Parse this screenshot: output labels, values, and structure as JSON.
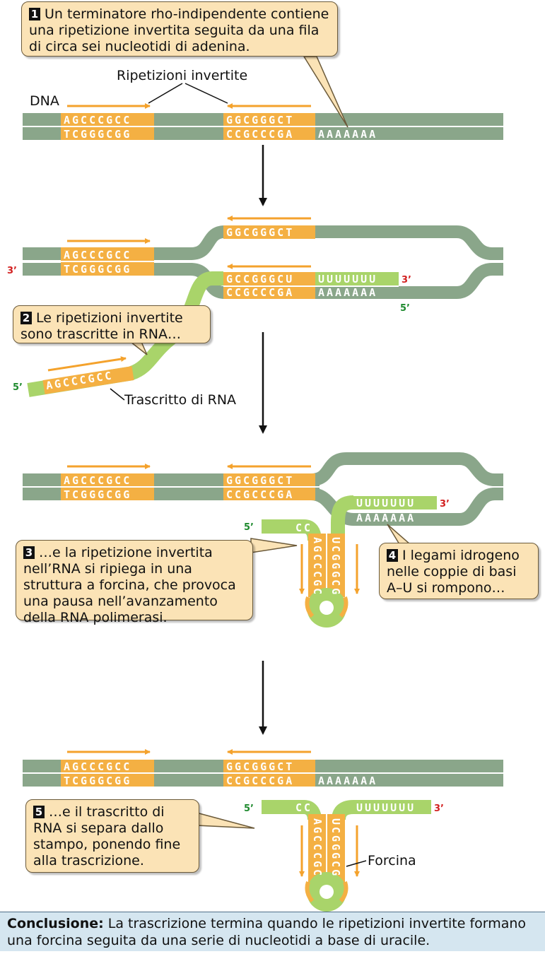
{
  "callouts": {
    "c1": {
      "num": "1",
      "text": "Un terminatore rho-indipendente contiene una ripetizione invertita seguita da una fila di circa sei nucleotidi di adenina."
    },
    "c2": {
      "num": "2",
      "text": "Le ripetizioni invertite sono trascritte in RNA…"
    },
    "c3": {
      "num": "3",
      "text": "…e la ripetizione invertita nell’RNA si ripiega in una struttura a forcina, che provoca una pausa nell’avanzamento della RNA polimerasi."
    },
    "c4": {
      "num": "4",
      "text": "I legami idrogeno nelle coppie di basi A–U si rompono…"
    },
    "c5": {
      "num": "5",
      "text": "…e il trascritto di RNA si separa dallo stampo, ponendo fine alla trascrizione."
    }
  },
  "labels": {
    "inverted_repeats": "Ripetizioni invertite",
    "dna": "DNA",
    "rna_transcript": "Trascritto di RNA",
    "hairpin": "Forcina"
  },
  "ends": {
    "three_prime": "3’",
    "five_prime": "5’"
  },
  "sequences": {
    "rep1_top": "AGCCCGCC",
    "rep1_bottom": "TCGGGCGG",
    "rep2_top": "GGCGGGCT",
    "rep2_bottom": "CCGCCCGA",
    "poly_a": "AAAAAAA",
    "rna_rep2": "GCCGGGCU",
    "poly_u": "UUUUUUU",
    "rna_rep1": "AGCCCGCC",
    "stem_left": "AGCCCGC",
    "stem_right": "UCGGGCG",
    "cc": "CC"
  },
  "conclusion": {
    "title": "Conclusione:",
    "text": "La trascrizione termina quando le ripetizioni invertite formano una forcina seguita da una serie di nucleotidi a base di uracile."
  },
  "colors": {
    "dna": "#8aa68a",
    "repeat": "#f4b043",
    "rna": "#a9d46a",
    "callout": "#fbe3b6",
    "conclusion": "#d5e6f0"
  }
}
